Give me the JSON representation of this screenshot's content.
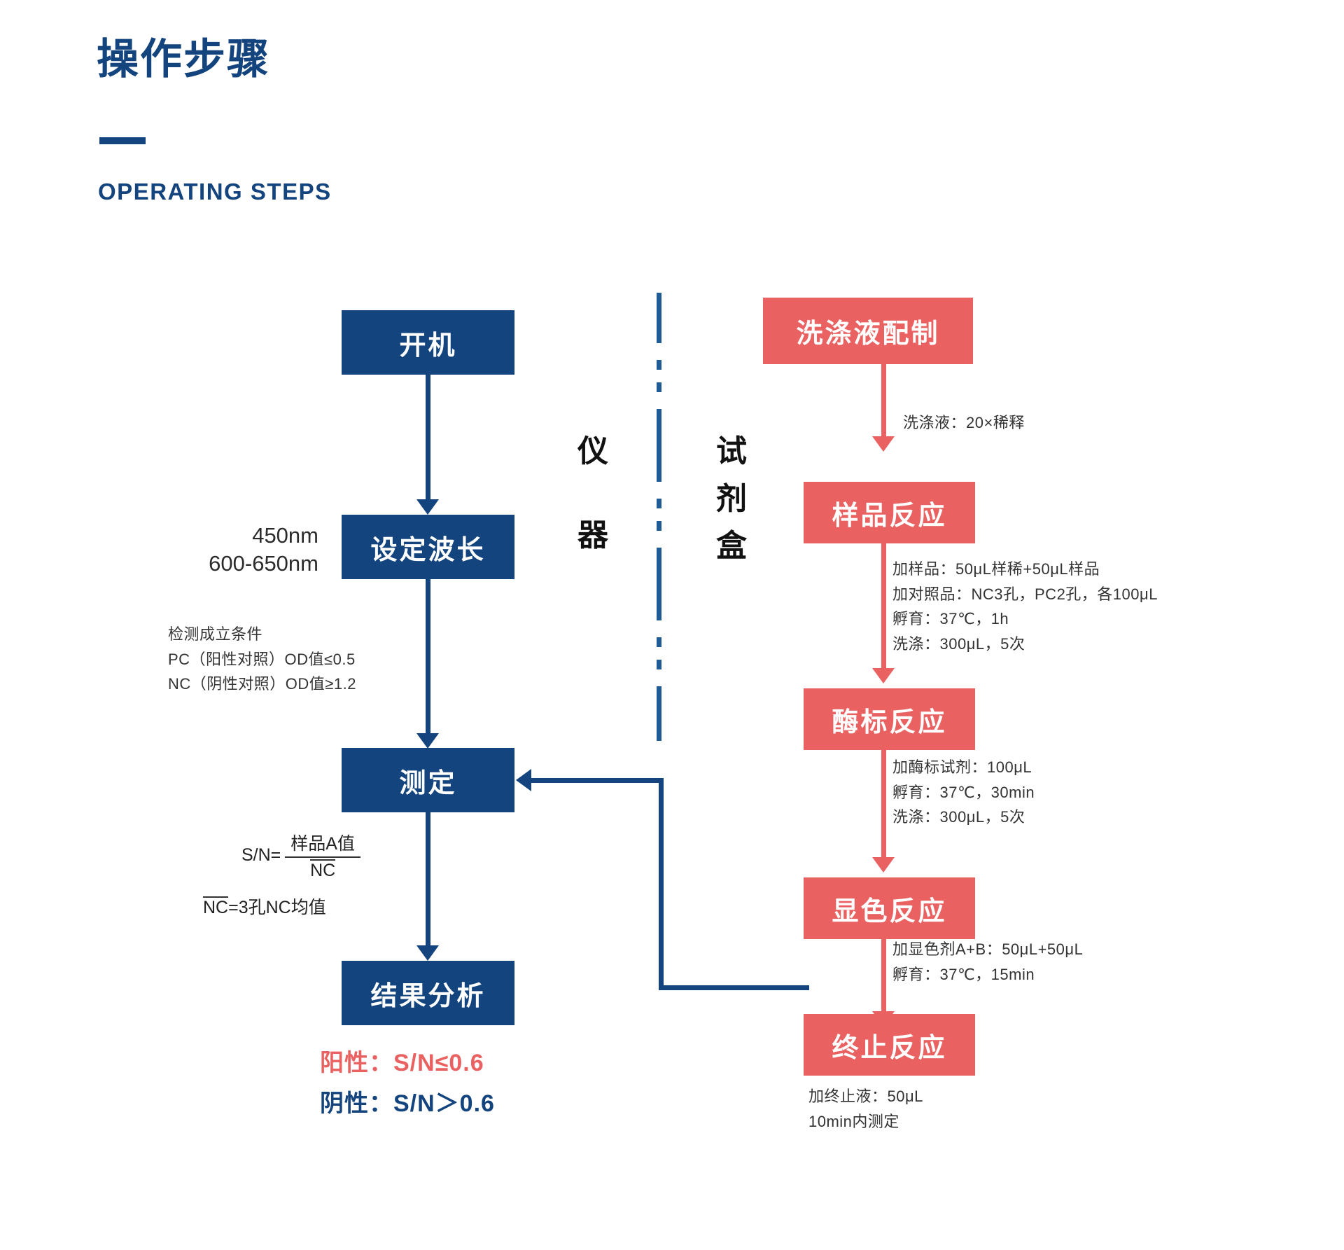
{
  "header": {
    "title": "操作步骤",
    "subtitle": "OPERATING STEPS"
  },
  "colors": {
    "brand_blue": "#14447e",
    "accent_red": "#ea6161",
    "divider_blue": "#1f5c96",
    "note_text": "#333333"
  },
  "lanes": {
    "left_label": "仪\n器",
    "left_label_chars": [
      "仪",
      "器"
    ],
    "right_label": "试\n剂\n盒",
    "right_label_chars": [
      "试",
      "剂",
      "盒"
    ]
  },
  "instrument_flow": {
    "boxes": [
      {
        "label": "开机"
      },
      {
        "label": "设定波长"
      },
      {
        "label": "测定"
      },
      {
        "label": "结果分析"
      }
    ],
    "wavelength_note": "450nm\n600-650nm",
    "validity_note": "检测成立条件\nPC（阳性对照）OD值≤0.5\nNC（阴性对照）OD值≥1.2",
    "formula": {
      "lhs": "S/N=",
      "numerator": "样品A值",
      "denominator": "NC",
      "definition_left": "NC",
      "definition_right": "=3孔NC均值"
    },
    "results": [
      {
        "label": "阳性：S/N≤0.6",
        "kind": "positive"
      },
      {
        "label": "阴性：S/N＞0.6",
        "kind": "negative"
      }
    ]
  },
  "kit_flow": {
    "boxes": [
      {
        "label": "洗涤液配制"
      },
      {
        "label": "样品反应"
      },
      {
        "label": "酶标反应"
      },
      {
        "label": "显色反应"
      },
      {
        "label": "终止反应"
      }
    ],
    "notes": [
      "洗涤液：20×稀释",
      "加样品：50μL样稀+50μL样品\n加对照品：NC3孔，PC2孔，各100μL\n孵育：37℃，1h\n洗涤：300μL，5次",
      "加酶标试剂：100μL\n孵育：37℃，30min\n洗涤：300μL，5次",
      "加显色剂A+B：50μL+50μL\n孵育：37℃，15min",
      "加终止液：50μL\n10min内测定"
    ]
  }
}
